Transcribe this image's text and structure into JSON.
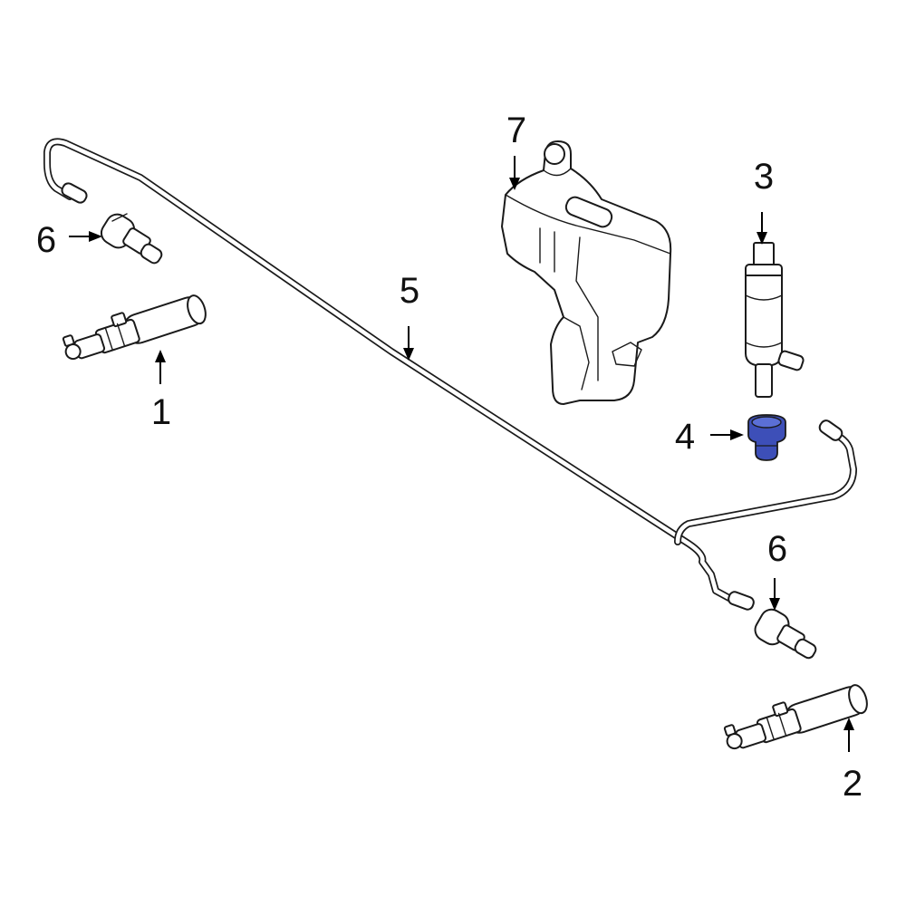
{
  "diagram": {
    "highlight_color": "#3d4fb8",
    "callouts": [
      {
        "id": "7",
        "text": "7"
      },
      {
        "id": "3",
        "text": "3"
      },
      {
        "id": "6a",
        "text": "6"
      },
      {
        "id": "5",
        "text": "5"
      },
      {
        "id": "1",
        "text": "1"
      },
      {
        "id": "4",
        "text": "4"
      },
      {
        "id": "6b",
        "text": "6"
      },
      {
        "id": "2",
        "text": "2"
      }
    ]
  }
}
